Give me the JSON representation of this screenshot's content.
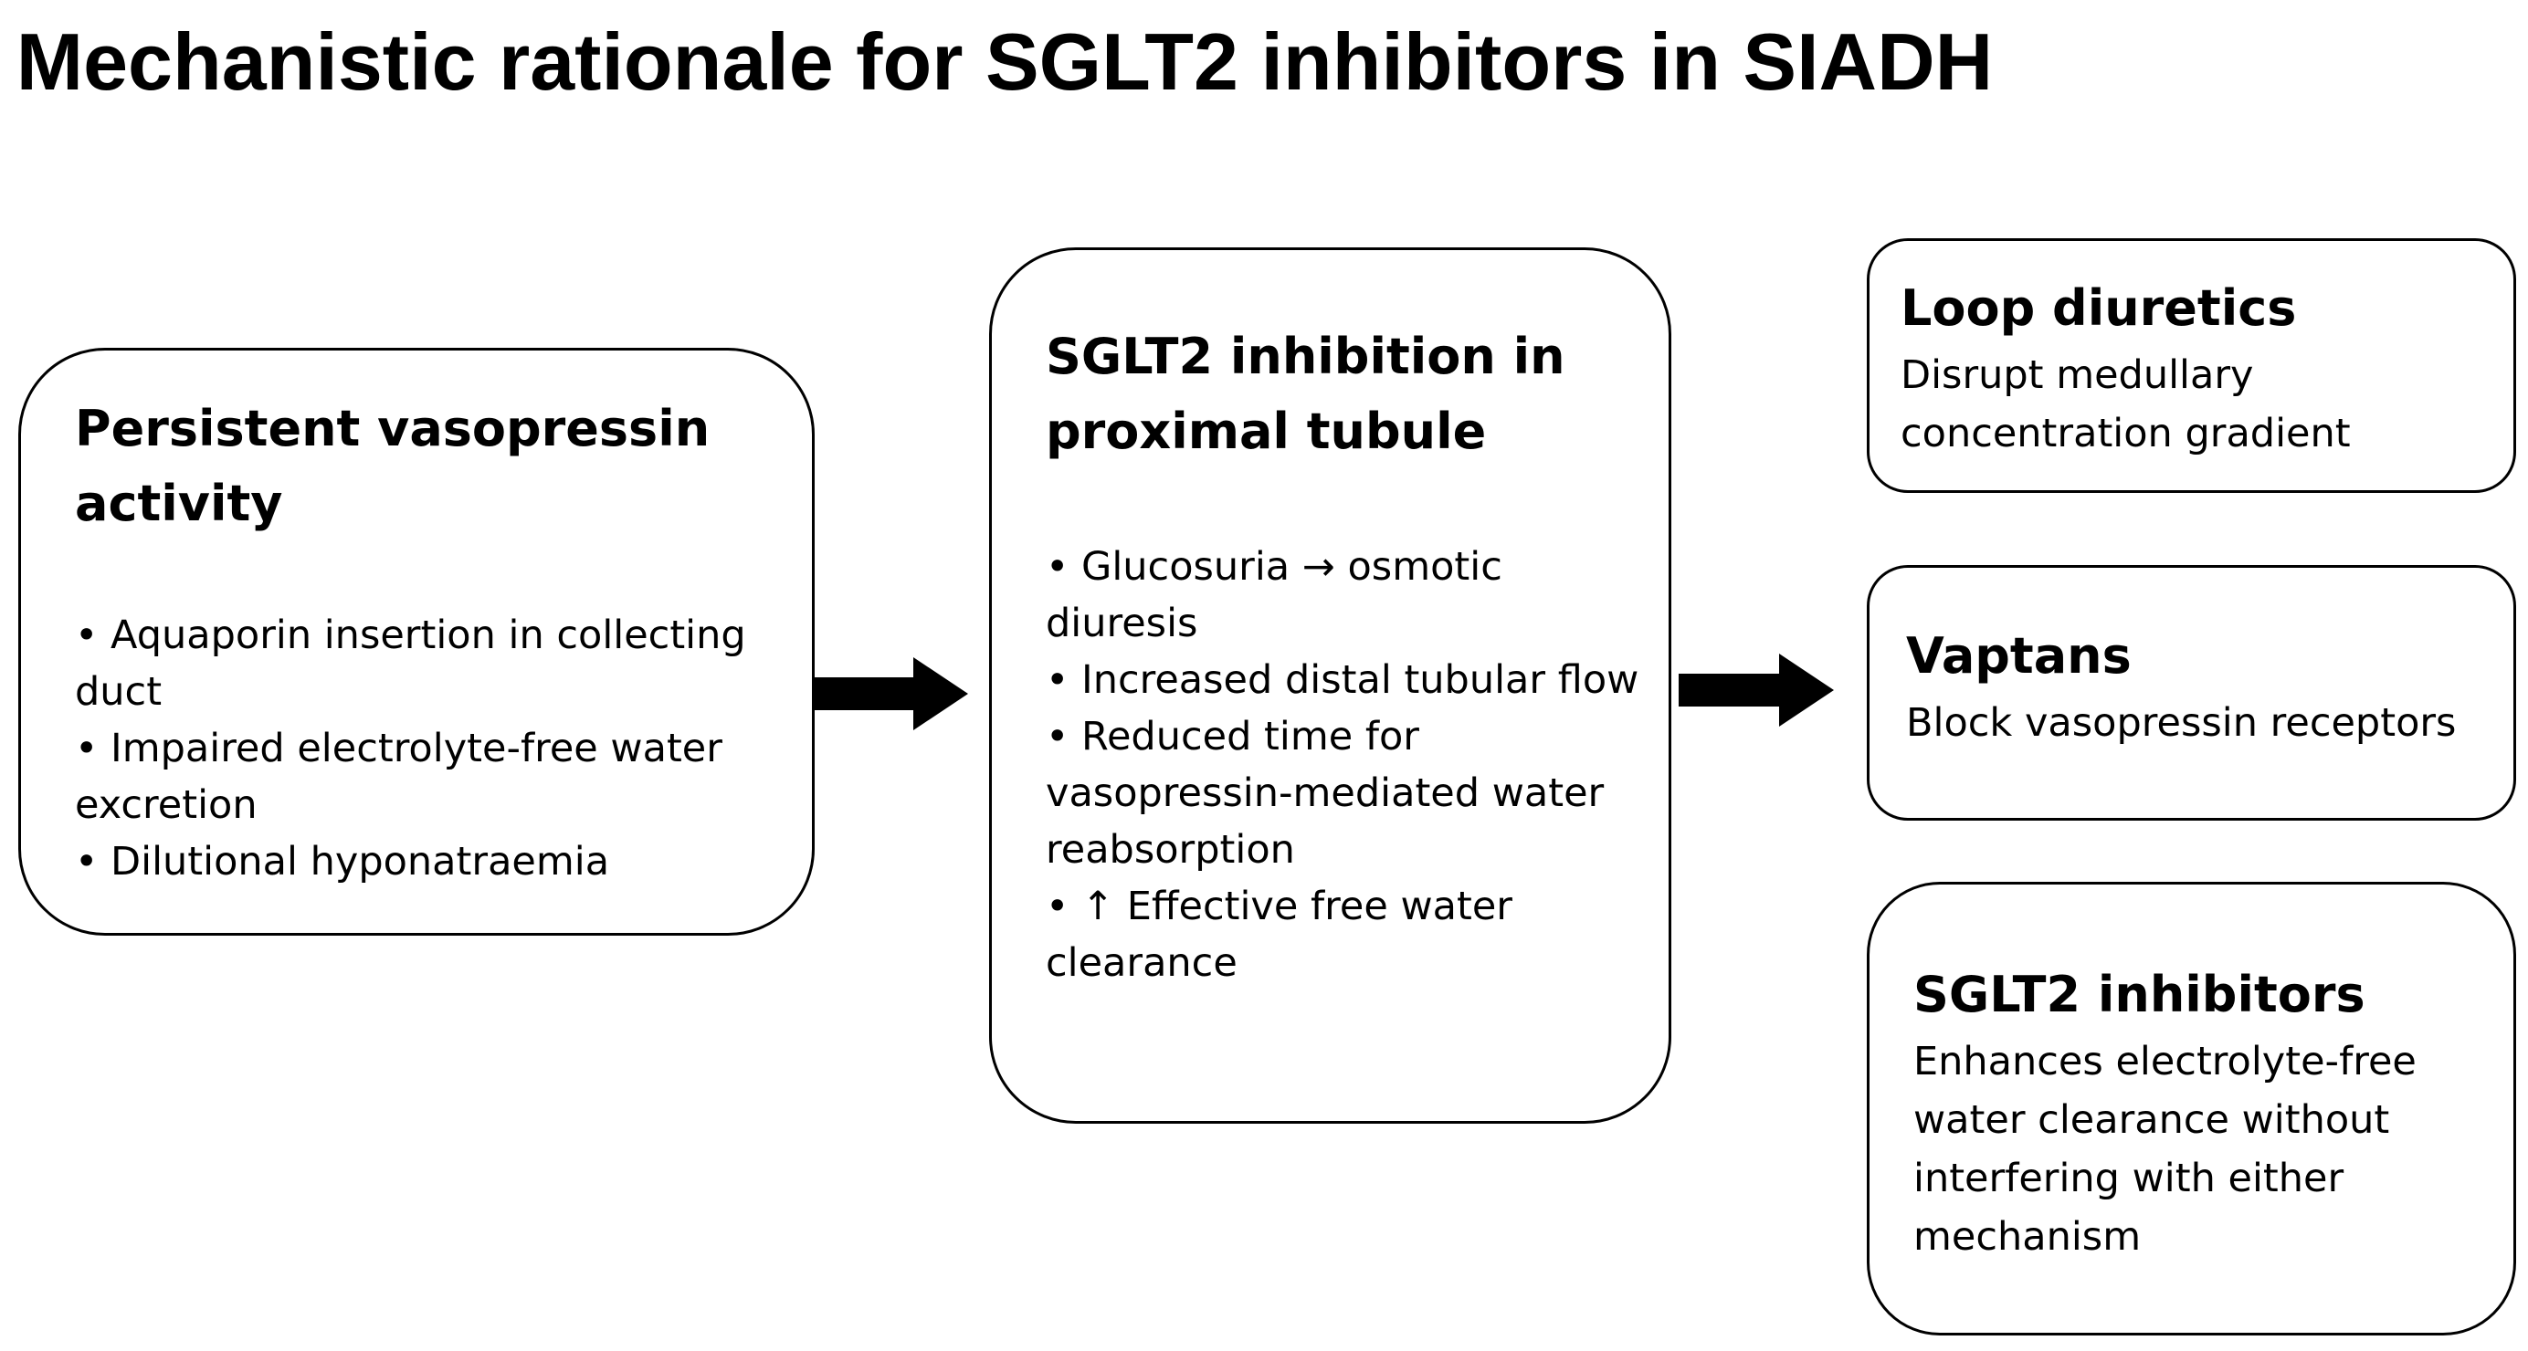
{
  "title": "Mechanistic rationale for SGLT2 inhibitors in SIADH",
  "left_box": {
    "heading": "Persistent vasopressin activity",
    "bullets": [
      "• Aquaporin insertion in collecting duct",
      "• Impaired electrolyte-free water excretion",
      "• Dilutional hyponatraemia"
    ]
  },
  "middle_box": {
    "heading": "SGLT2 inhibition in proximal tubule",
    "bullets": [
      "• Glucosuria → osmotic diuresis",
      "• Increased distal tubular flow",
      "• Reduced time for vasopressin-mediated water reabsorption",
      "• ↑ Effective free water clearance"
    ]
  },
  "right_boxes": [
    {
      "heading": "Loop diuretics",
      "description": "Disrupt medullary concentration gradient"
    },
    {
      "heading": "Vaptans",
      "description": "Block vasopressin receptors"
    },
    {
      "heading": "SGLT2 inhibitors",
      "description": "Enhances electrolyte-free water clearance without interfering with either mechanism"
    }
  ]
}
